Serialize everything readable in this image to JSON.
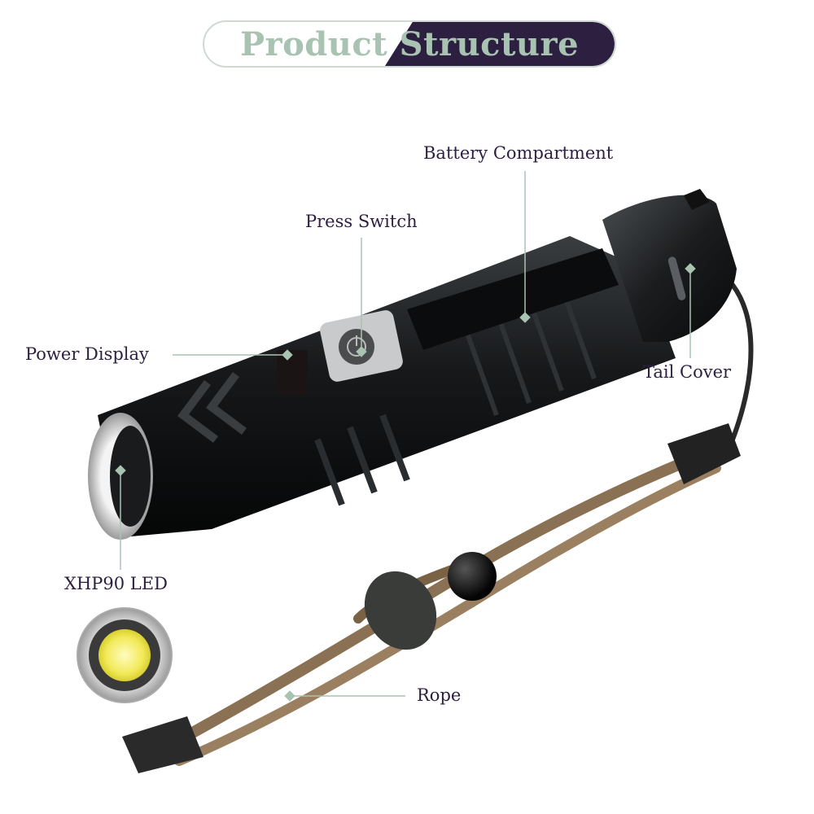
{
  "title": "Product Structure",
  "labels": {
    "battery": "Battery Compartment",
    "press": "Press Switch",
    "power": "Power Display",
    "tail": "Tail Cover",
    "led": "XHP90 LED",
    "rope": "Rope"
  },
  "colors": {
    "banner_dark": "#2c1f40",
    "banner_text": "#a9c3b2",
    "label_text": "#2c1f40",
    "leader": "#a9c3b2",
    "rope": "#8a7153"
  }
}
